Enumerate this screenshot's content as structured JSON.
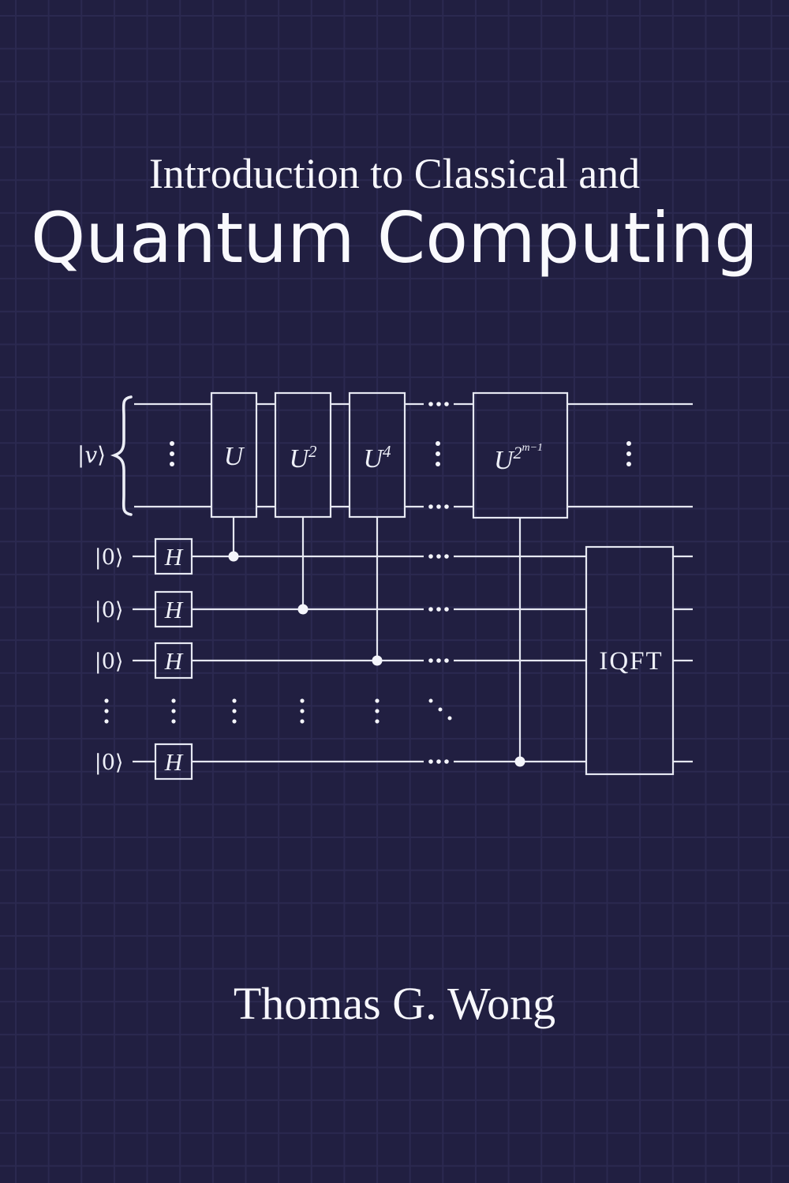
{
  "cover": {
    "title_line1": "Introduction to Classical and",
    "title_line2": "Quantum Computing",
    "author": "Thomas G. Wong",
    "colors": {
      "background": "#211f41",
      "grid_line": "#2b2950",
      "circuit_line": "#e6e8f2",
      "text": "#f7f7fc"
    }
  },
  "circuit": {
    "eigen_ket": {
      "bar": "|",
      "letter": "v",
      "ket": "⟩"
    },
    "ancilla_ket": {
      "bar": "|",
      "digit": "0",
      "ket": "⟩"
    },
    "gates": [
      {
        "base": "U",
        "sup": "",
        "supsup": ""
      },
      {
        "base": "U",
        "sup": "2",
        "supsup": ""
      },
      {
        "base": "U",
        "sup": "4",
        "supsup": ""
      },
      {
        "base": "U",
        "sup": "2",
        "supsup": "m−1"
      }
    ],
    "hadamard_label": "H",
    "iqft_label": "IQFT"
  }
}
